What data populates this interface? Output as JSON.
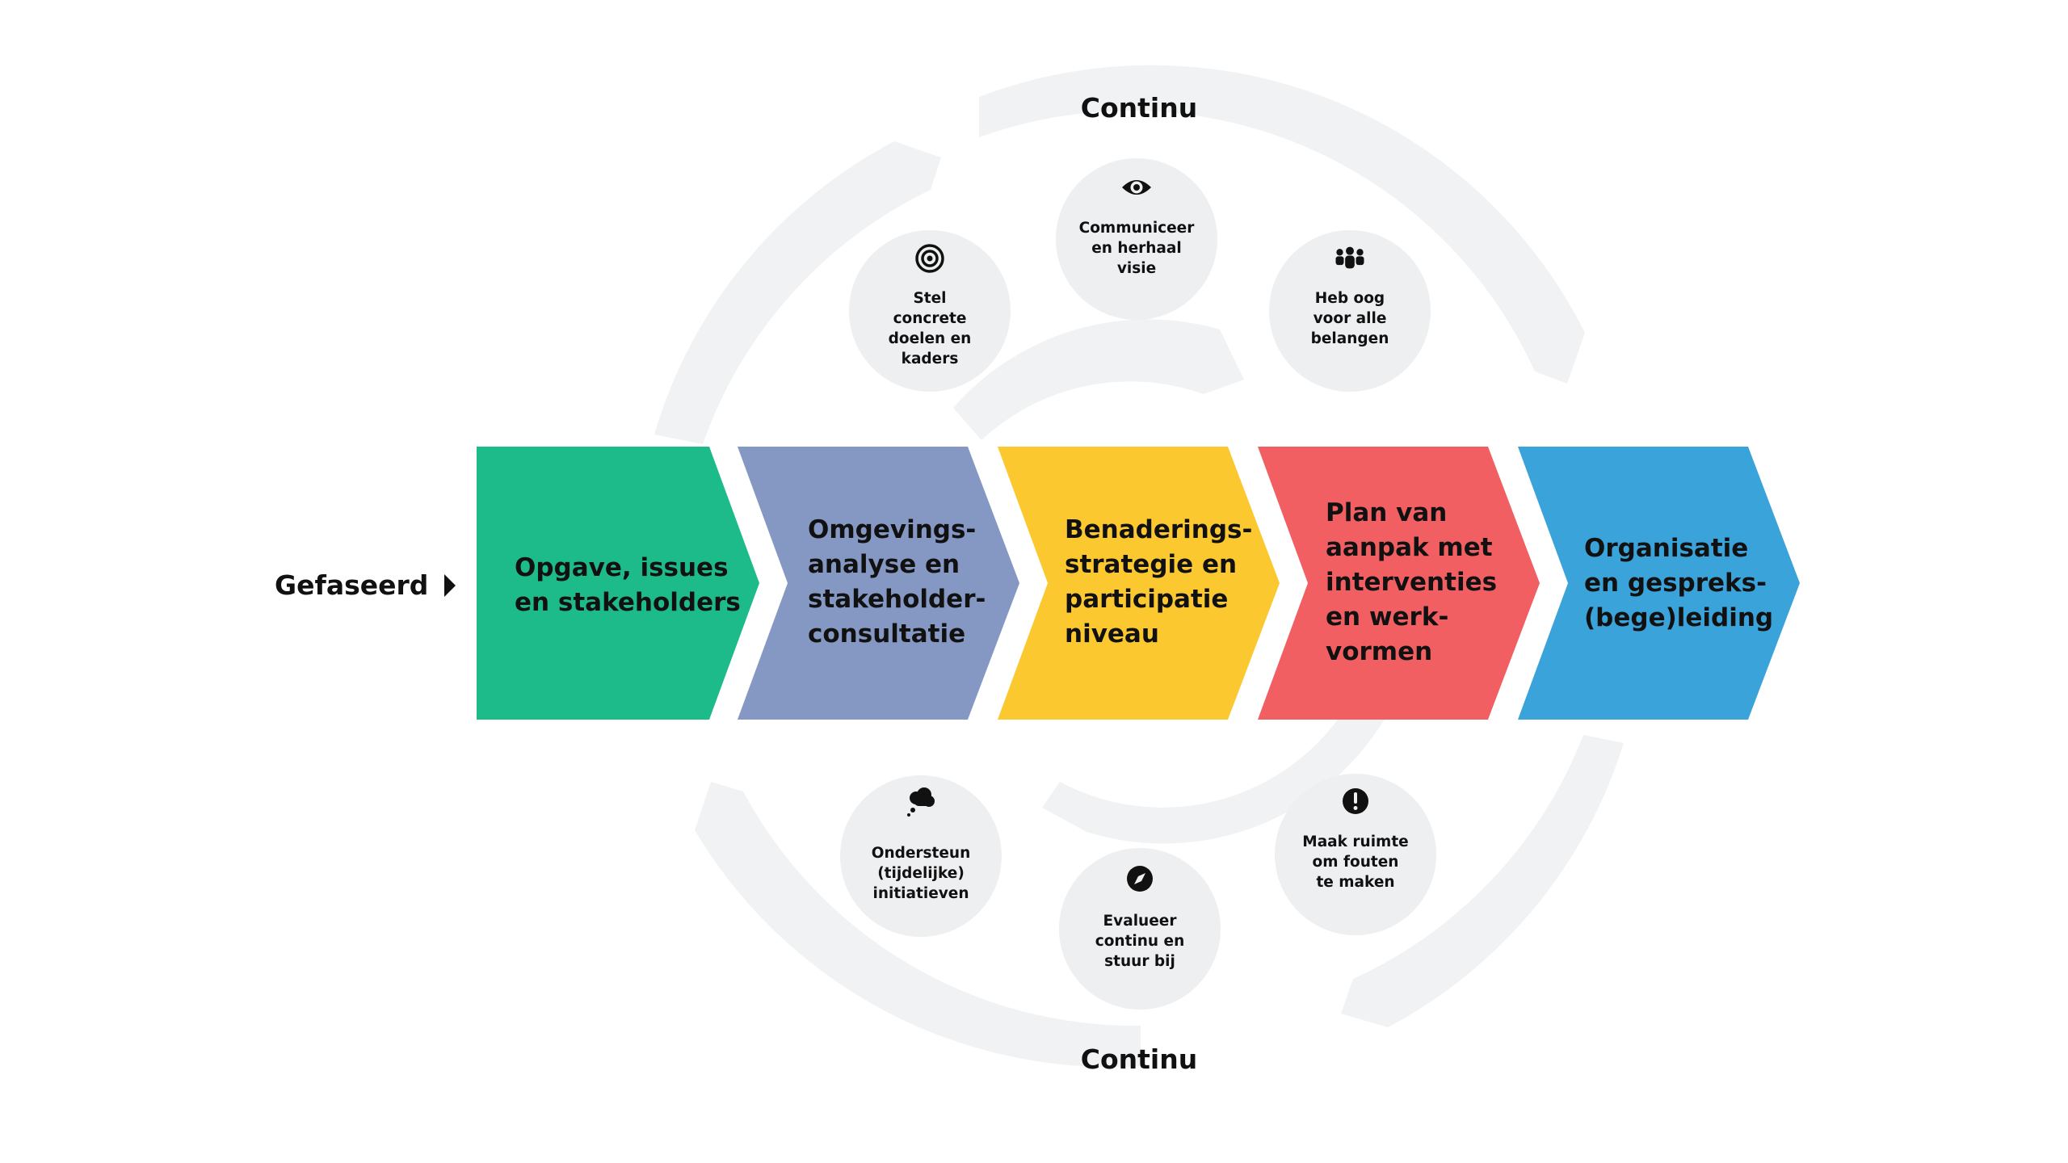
{
  "labels": {
    "continu_top": "Continu",
    "continu_bottom": "Continu",
    "gefaseerd": "Gefaseerd"
  },
  "phases": [
    {
      "text": "Opgave, issues\nen stakeholders",
      "color": "#1dba8a"
    },
    {
      "text": "Omgevings-\nanalyse en\nstakeholder-\nconsultatie",
      "color": "#8598c4"
    },
    {
      "text": "Benaderings-\nstrategie en\nparticipatie\nniveau",
      "color": "#fbc82f"
    },
    {
      "text": "Plan van\naanpak met\ninterventies\nen werk-\nvormen",
      "color": "#f25f62"
    },
    {
      "text": "Organisatie\nen gespreks-\n(bege)leiding",
      "color": "#3aa3da"
    }
  ],
  "principles": [
    {
      "icon": "target-icon",
      "text": "Stel\nconcrete\ndoelen en\nkaders"
    },
    {
      "icon": "eye-icon",
      "text": "Communiceer\nen herhaal\nvisie"
    },
    {
      "icon": "people-group-icon",
      "text": "Heb oog\nvoor alle\nbelangen"
    },
    {
      "icon": "thought-bubble-icon",
      "text": "Ondersteun\n(tijdelijke)\ninitiatieven"
    },
    {
      "icon": "compass-icon",
      "text": "Evalueer\ncontinu en\nstuur bij"
    },
    {
      "icon": "exclamation-icon",
      "text": "Maak ruimte\nom fouten\nte maken"
    }
  ],
  "colors": {
    "ring": "#f1f2f3",
    "bubble": "#eeeff0",
    "text": "#111111"
  }
}
